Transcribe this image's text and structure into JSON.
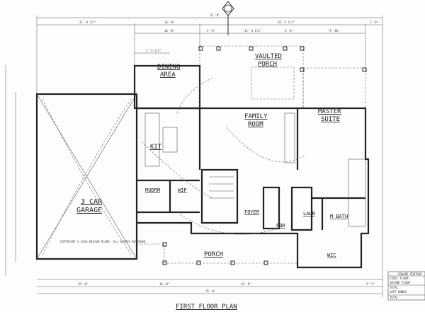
{
  "title": "FIRST FLOOR PLAN",
  "rooms": {
    "dining_1": "DINING",
    "dining_2": "AREA",
    "vporch_1": "VAULTED",
    "vporch_2": "PORCH",
    "kitchen": "KIT",
    "family_1": "FAMILY",
    "family_2": "ROOM",
    "master_1": "MASTER",
    "master_2": "SUITE",
    "mudroom": "MUDRM",
    "wip": "WIP",
    "garage_1": "3 CAR",
    "garage_2": "GARAGE",
    "foyer": "FOYER",
    "powder": "POR",
    "laundry": "LAUN",
    "mbath": "M BATH",
    "wic": "WIC",
    "porch": "PORCH"
  },
  "dimensions": {
    "overall": "76'-0\"",
    "top_left": "21'-4 1/2\"",
    "top_mid": "16'-0\"",
    "top_right": "30'-5 1/2\"",
    "top_far_right": "5'-0\"",
    "porch_a": "16'-0\"",
    "porch_b": "4'-0\"",
    "porch_c": "11'-4 1/2\"",
    "porch_d": "4'-0\"",
    "porch_e": "9'-10\"",
    "dining_off": "7'-5 1/2\"",
    "bot_a": "20'-0\"",
    "bot_b": "16'-0\"",
    "bot_c": "20'-8\"",
    "bot_d": "5'-5\"",
    "bot_overall": "76'-0\""
  },
  "sqft_table": {
    "header": "SQUARE FOOTAGE",
    "rows": [
      "FIRST FLOOR",
      "SECOND FLOOR",
      "TOTAL",
      "LEFT BONUS",
      "TOTAL"
    ]
  },
  "copyright": "COPYRIGHT © 2016 DESIGN PLANS. ALL RIGHTS RESERVED."
}
